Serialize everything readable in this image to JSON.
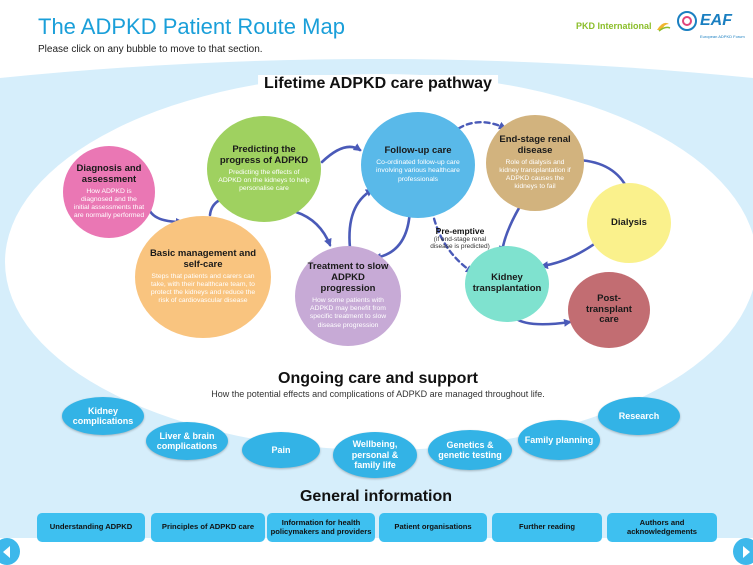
{
  "header": {
    "title": "The ADPKD Patient Route Map",
    "subtitle": "Please click on any bubble to move to that section.",
    "logo_pkd": "PKD International",
    "logo_eaf": "EAF",
    "logo_eaf_sub": "European ADPKD Forum"
  },
  "pathway": {
    "title": "Lifetime ADPKD care pathway",
    "bubbles": [
      {
        "key": "diagnosis",
        "title": "Diagnosis and assessment",
        "desc": "How ADPKD is diagnosed and the initial assessments that are normally performed",
        "color": "#ea77b4"
      },
      {
        "key": "predicting",
        "title": "Predicting the progress of ADPKD",
        "desc": "Predicting the effects of ADPKD on the kidneys to help personalise care",
        "color": "#9fd160"
      },
      {
        "key": "followup",
        "title": "Follow-up care",
        "desc": "Co-ordinated follow-up care involving various healthcare professionals",
        "color": "#59b9e9"
      },
      {
        "key": "esrd",
        "title": "End-stage renal disease",
        "desc": "Role of dialysis and kidney transplantation if ADPKD causes the kidneys to fail",
        "color": "#d2b37e"
      },
      {
        "key": "basic",
        "title": "Basic management and self-care",
        "desc": "Steps that patients and carers can take, with their healthcare team, to protect the kidneys and reduce the risk of cardiovascular disease",
        "color": "#f9c47f"
      },
      {
        "key": "treatment",
        "title": "Treatment to slow ADPKD progression",
        "desc": "How some patients with ADPKD may benefit from specific treatment to slow disease progression",
        "color": "#c7aad6"
      },
      {
        "key": "dialysis",
        "title": "Dialysis",
        "desc": "",
        "color": "#faf18c"
      },
      {
        "key": "kidney",
        "title": "Kidney transplantation",
        "desc": "",
        "color": "#7fe2cf"
      },
      {
        "key": "posttx",
        "title": "Post-transplant care",
        "desc": "",
        "color": "#c26d72"
      }
    ],
    "preemptive_title": "Pre-emptive",
    "preemptive_desc": "(if end-stage renal disease is predicted)"
  },
  "ongoing": {
    "title": "Ongoing care and support",
    "subtitle": "How the potential effects and complications of ADPKD are managed throughout life.",
    "items": [
      "Kidney complications",
      "Liver & brain complications",
      "Pain",
      "Wellbeing, personal & family life",
      "Genetics & genetic testing",
      "Family planning",
      "Research"
    ]
  },
  "general": {
    "title": "General information",
    "items": [
      "Understanding ADPKD",
      "Principles of ADPKD care",
      "Information for health policymakers and providers",
      "Patient organisations",
      "Further reading",
      "Authors and acknowledgements"
    ]
  },
  "nav": {
    "prev_icon": "arrow-left-icon",
    "next_icon": "arrow-right-icon"
  },
  "colors": {
    "title_blue": "#1a9fd9",
    "arrow": "#4a5ab8",
    "pill": "#33b3e6",
    "button": "#3ec0f0",
    "oval_bg": "#d6eefb"
  }
}
